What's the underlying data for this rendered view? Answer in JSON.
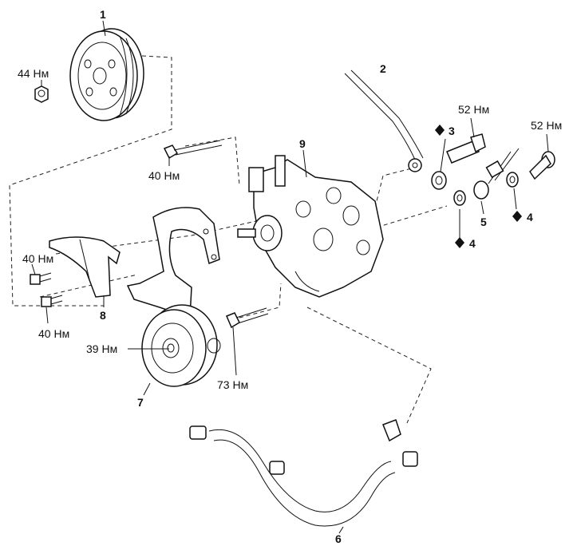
{
  "callouts": {
    "p1": "1",
    "p2": "2",
    "p3": "3",
    "p4a": "4",
    "p4b": "4",
    "p5": "5",
    "p6": "6",
    "p7": "7",
    "p8": "8",
    "p9": "9"
  },
  "torques": {
    "t44": "44 Нм",
    "t52a": "52 Нм",
    "t52b": "52 Нм",
    "t40a": "40 Нм",
    "t40b": "40 Нм",
    "t40c": "40 Нм",
    "t39": "39 Нм",
    "t73": "73 Нм"
  }
}
